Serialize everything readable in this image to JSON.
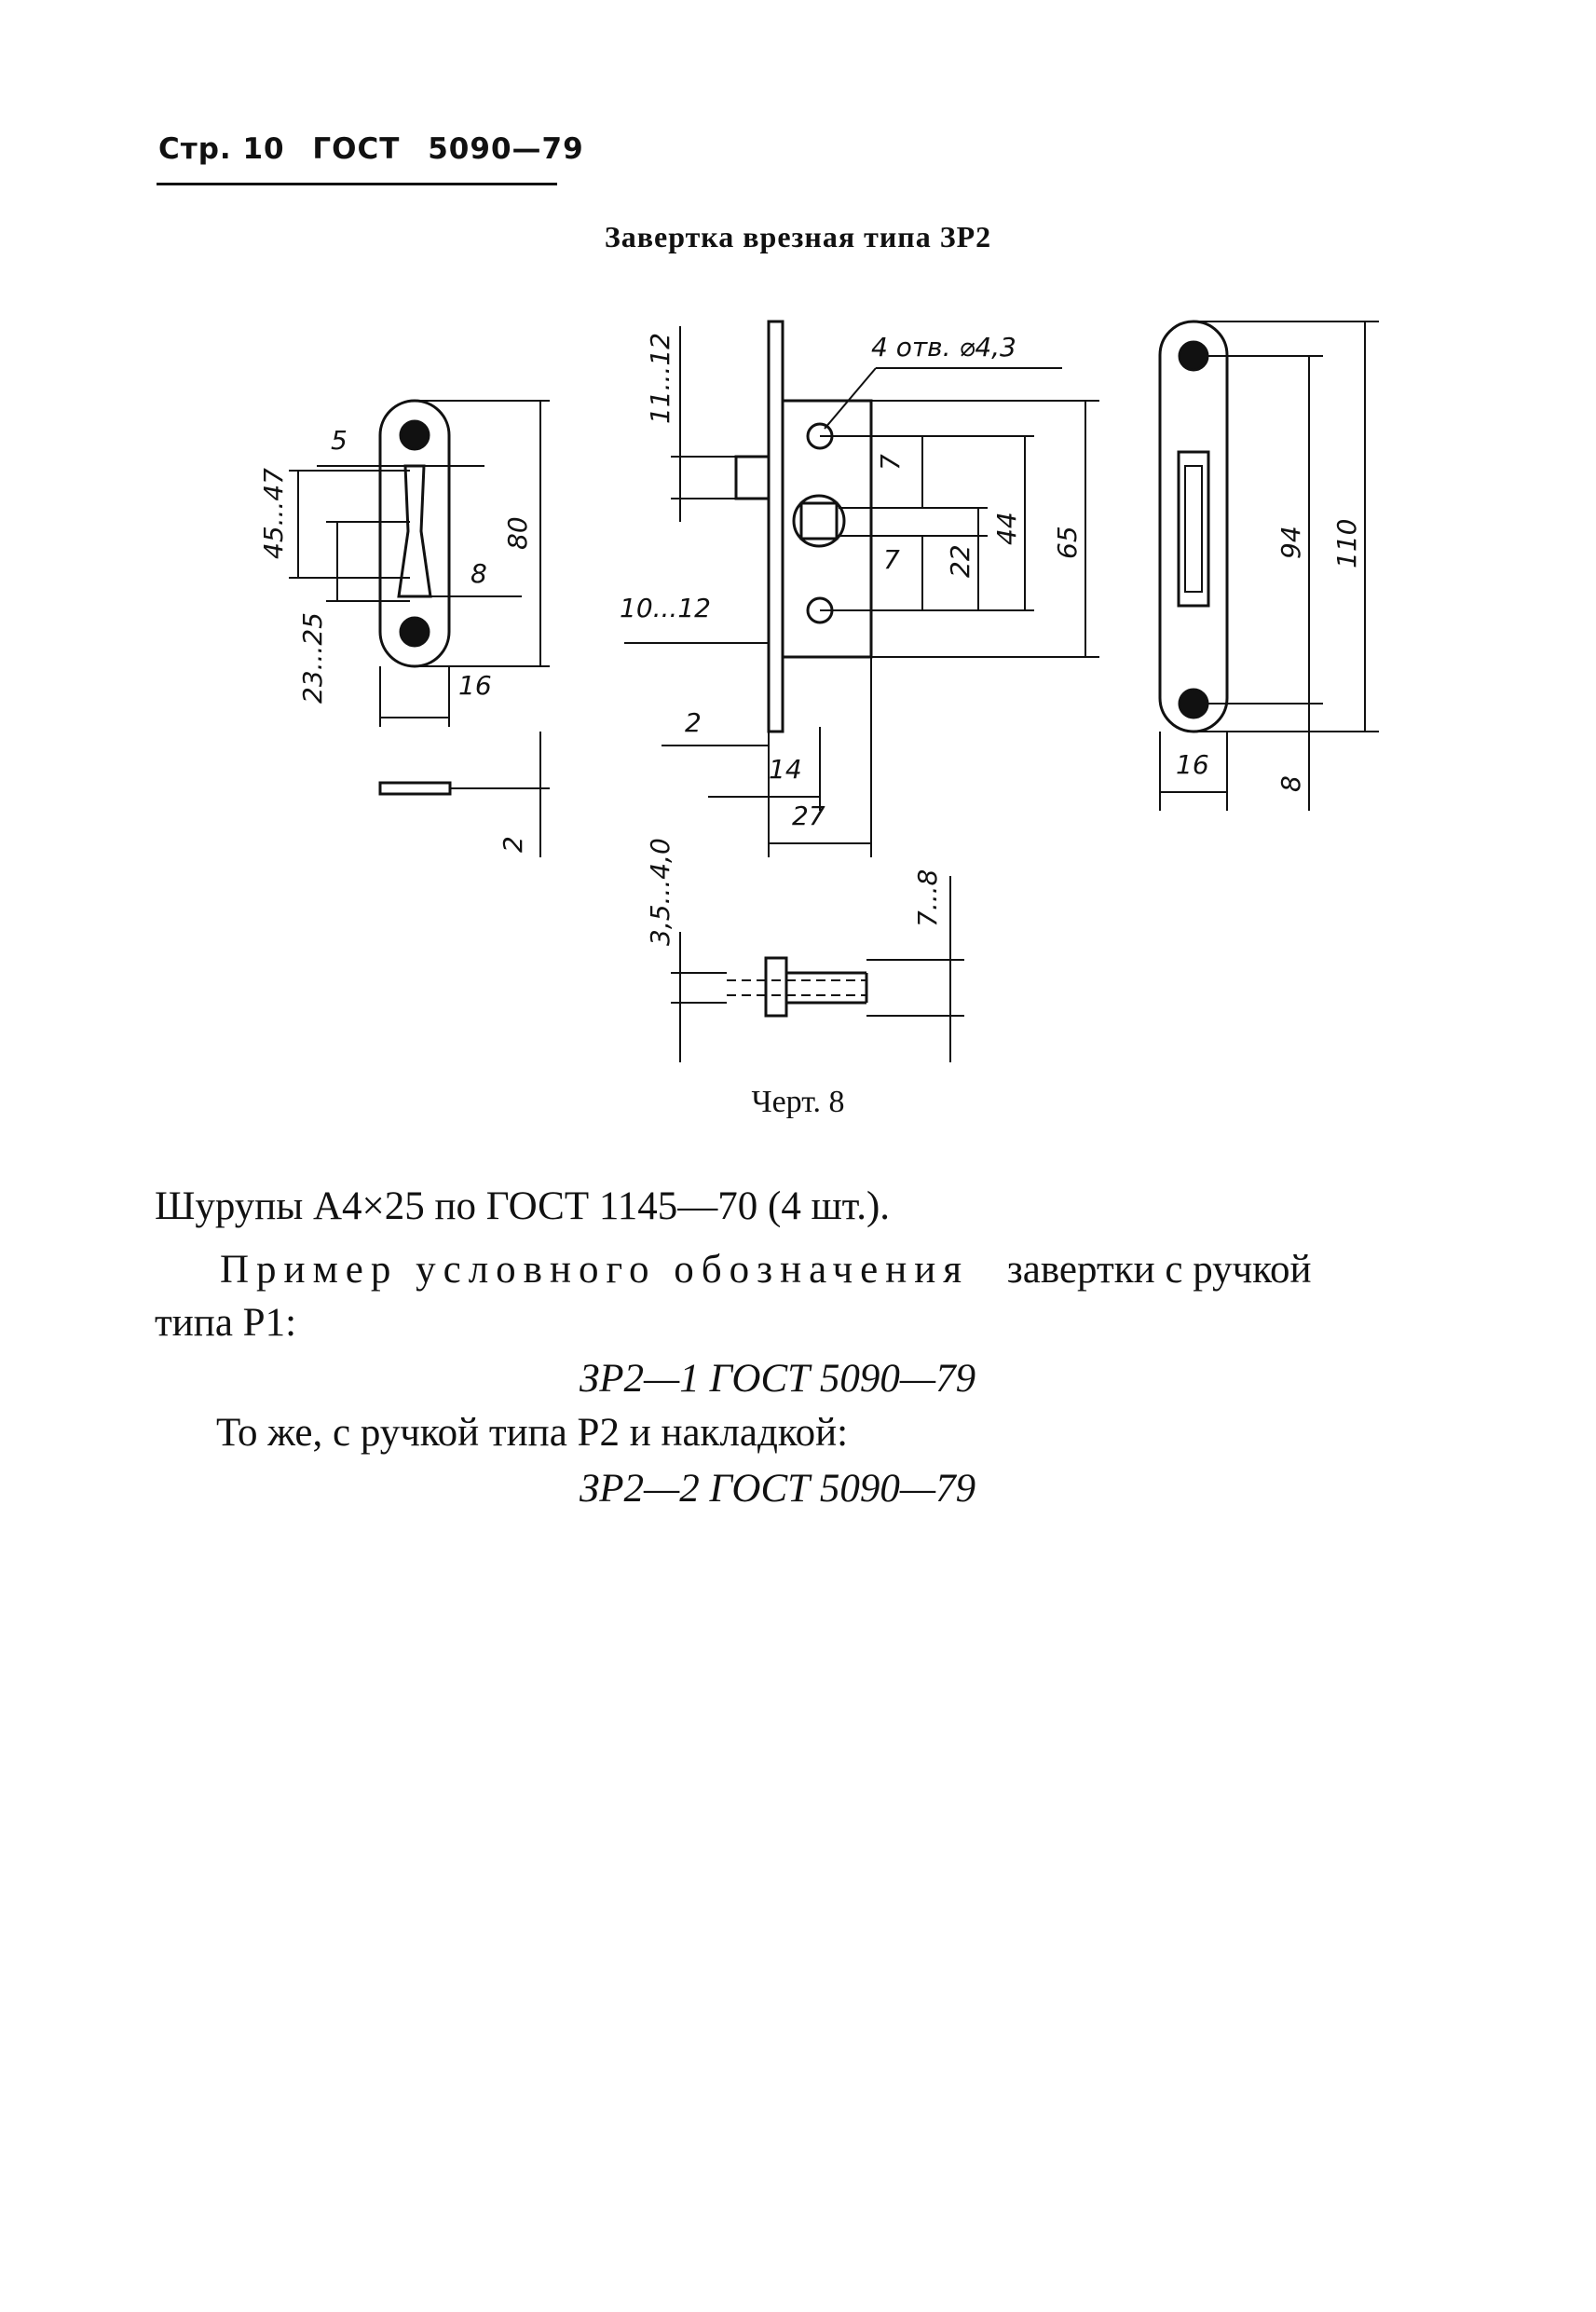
{
  "header": {
    "page": "Стр. 10",
    "standard": "ГОСТ",
    "number": "5090—79"
  },
  "figure": {
    "title": "Завертка врезная типа ЗР2",
    "caption": "Черт. 8",
    "dimensions": {
      "left": [
        "5",
        "45...47",
        "8",
        "80",
        "23...25",
        "16",
        "2"
      ],
      "middle": [
        "11...12",
        "4 отв. ⌀4,3",
        "7",
        "44",
        "65",
        "7",
        "22",
        "10...12",
        "2",
        "14",
        "27",
        "3,5...4,0",
        "7...8"
      ],
      "right": [
        "94",
        "110",
        "16",
        "8"
      ]
    }
  },
  "body": {
    "screws": "Шурупы А4×25 по ГОСТ 1145—70 (4 шт.).",
    "example_spaced": "Пример условного обозначения",
    "example_rest": "завертки с ручкой",
    "example_line2": "типа Р1:",
    "designation1": "ЗР2—1 ГОСТ 5090—79",
    "same_note": "То же, с ручкой типа Р2 и накладкой:",
    "designation2": "ЗР2—2 ГОСТ 5090—79"
  }
}
